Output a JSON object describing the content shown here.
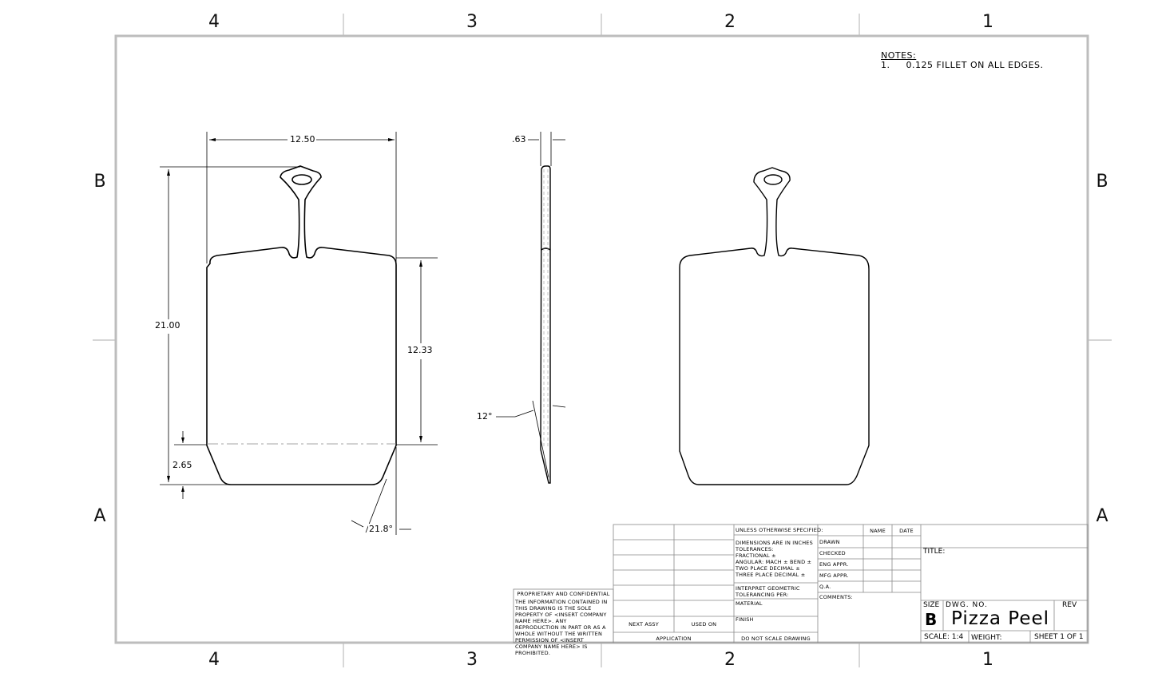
{
  "sheet": {
    "zones_columns": [
      "4",
      "3",
      "2",
      "1"
    ],
    "zones_rows": [
      "B",
      "A"
    ],
    "border_color": "#bdbdbd"
  },
  "notes": {
    "heading": "NOTES:",
    "items": [
      "1.     0.125 FILLET ON ALL EDGES."
    ]
  },
  "front_view": {
    "dims": {
      "width": "12.50",
      "height": "21.00",
      "blade_height": "12.33",
      "bevel_height": "2.65",
      "bevel_angle": "21.8°"
    }
  },
  "side_view": {
    "dims": {
      "thickness": ".63",
      "edge_angle": "12°"
    }
  },
  "title_block": {
    "proprietary": {
      "heading": "PROPRIETARY AND CONFIDENTIAL",
      "body": "THE INFORMATION CONTAINED IN THIS DRAWING IS THE SOLE PROPERTY OF <INSERT COMPANY NAME HERE>. ANY REPRODUCTION IN PART OR AS A WHOLE WITHOUT THE WRITTEN PERMISSION OF <INSERT COMPANY NAME HERE> IS PROHIBITED."
    },
    "next_assy": "NEXT ASSY",
    "used_on": "USED ON",
    "application": "APPLICATION",
    "unless": "UNLESS OTHERWISE SPECIFIED:",
    "tolerances": [
      "DIMENSIONS ARE IN INCHES",
      "TOLERANCES:",
      "FRACTIONAL ±",
      "ANGULAR: MACH ±    BEND ±",
      "TWO PLACE DECIMAL   ±",
      "THREE PLACE DECIMAL  ±"
    ],
    "interpret": [
      "INTERPRET GEOMETRIC",
      "TOLERANCING PER:"
    ],
    "material": "MATERIAL",
    "finish": "FINISH",
    "do_not_scale": "DO NOT SCALE DRAWING",
    "name_header": "NAME",
    "date_header": "DATE",
    "approvals": [
      "DRAWN",
      "CHECKED",
      "ENG APPR.",
      "MFG APPR.",
      "Q.A."
    ],
    "comments": "COMMENTS:",
    "title_label": "TITLE:",
    "size_label": "SIZE",
    "size_value": "B",
    "dwg_no_label": "DWG. NO.",
    "dwg_no_value": "Pizza Peel",
    "rev_label": "REV",
    "scale": "SCALE: 1:4",
    "weight": "WEIGHT:",
    "sheet": "SHEET 1 OF 1"
  }
}
